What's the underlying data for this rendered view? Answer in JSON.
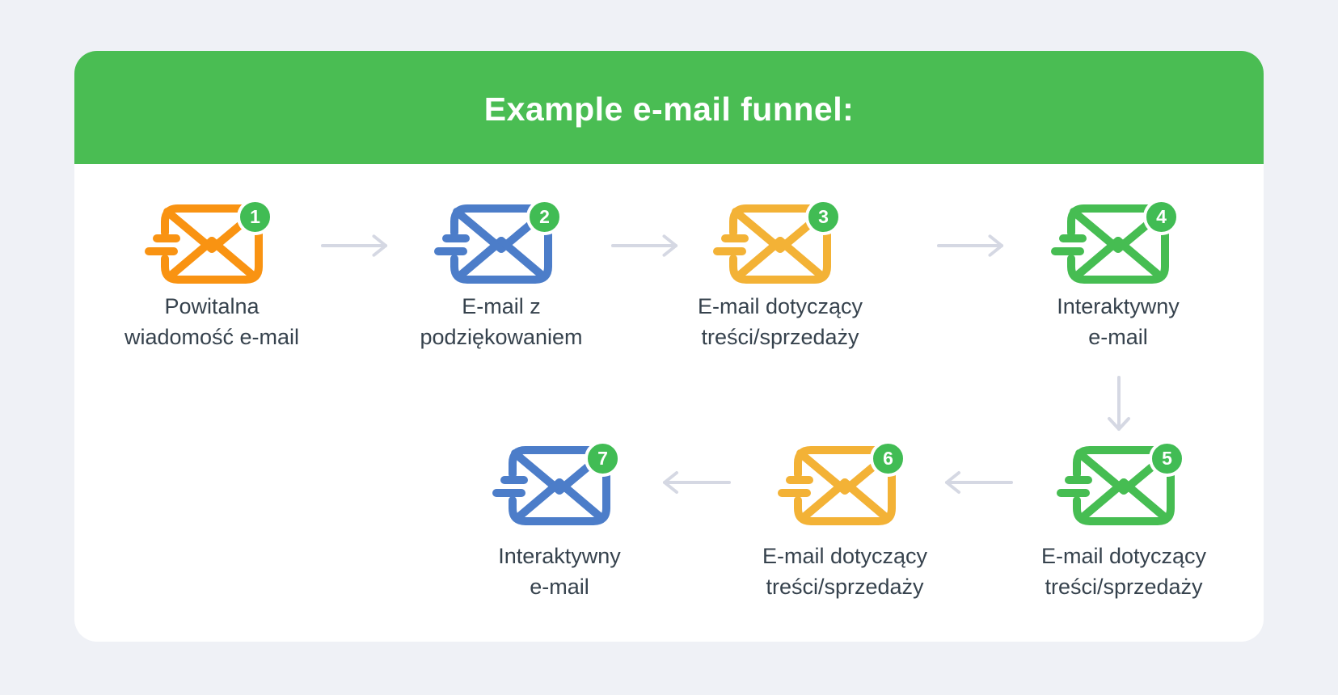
{
  "header": {
    "title": "Example e-mail funnel:",
    "background": "#4ABD53",
    "text_color": "#FFFFFF"
  },
  "badge": {
    "background": "#41BC54",
    "text_color": "#FFFFFF"
  },
  "colors": {
    "page_background": "#EFF1F6",
    "card_background": "#FFFFFF",
    "arrow": "#D5D8E3",
    "label_text": "#36424D"
  },
  "steps": [
    {
      "number": "1",
      "label": "Powitalna\nwiadomość e-mail",
      "color": "#F99312",
      "color_name": "orange",
      "icon": "email-send-icon"
    },
    {
      "number": "2",
      "label": "E-mail z\npodziękowaniem",
      "color": "#4C7DC9",
      "color_name": "blue",
      "icon": "email-send-icon"
    },
    {
      "number": "3",
      "label": "E-mail dotyczący\ntreści/sprzedaży",
      "color": "#F3B236",
      "color_name": "yellow",
      "icon": "email-send-icon"
    },
    {
      "number": "4",
      "label": "Interaktywny\ne-mail",
      "color": "#46BD52",
      "color_name": "green",
      "icon": "email-send-icon"
    },
    {
      "number": "5",
      "label": "E-mail dotyczący\ntreści/sprzedaży",
      "color": "#46BD52",
      "color_name": "green",
      "icon": "email-send-icon"
    },
    {
      "number": "6",
      "label": "E-mail dotyczący\ntreści/sprzedaży",
      "color": "#F3B236",
      "color_name": "yellow",
      "icon": "email-send-icon"
    },
    {
      "number": "7",
      "label": "Interaktywny\ne-mail",
      "color": "#4C7DC9",
      "color_name": "blue",
      "icon": "email-send-icon"
    }
  ],
  "arrows": [
    {
      "from": "1",
      "to": "2",
      "direction": "right"
    },
    {
      "from": "2",
      "to": "3",
      "direction": "right"
    },
    {
      "from": "3",
      "to": "4",
      "direction": "right"
    },
    {
      "from": "4",
      "to": "5",
      "direction": "down"
    },
    {
      "from": "5",
      "to": "6",
      "direction": "left"
    },
    {
      "from": "6",
      "to": "7",
      "direction": "left"
    }
  ]
}
